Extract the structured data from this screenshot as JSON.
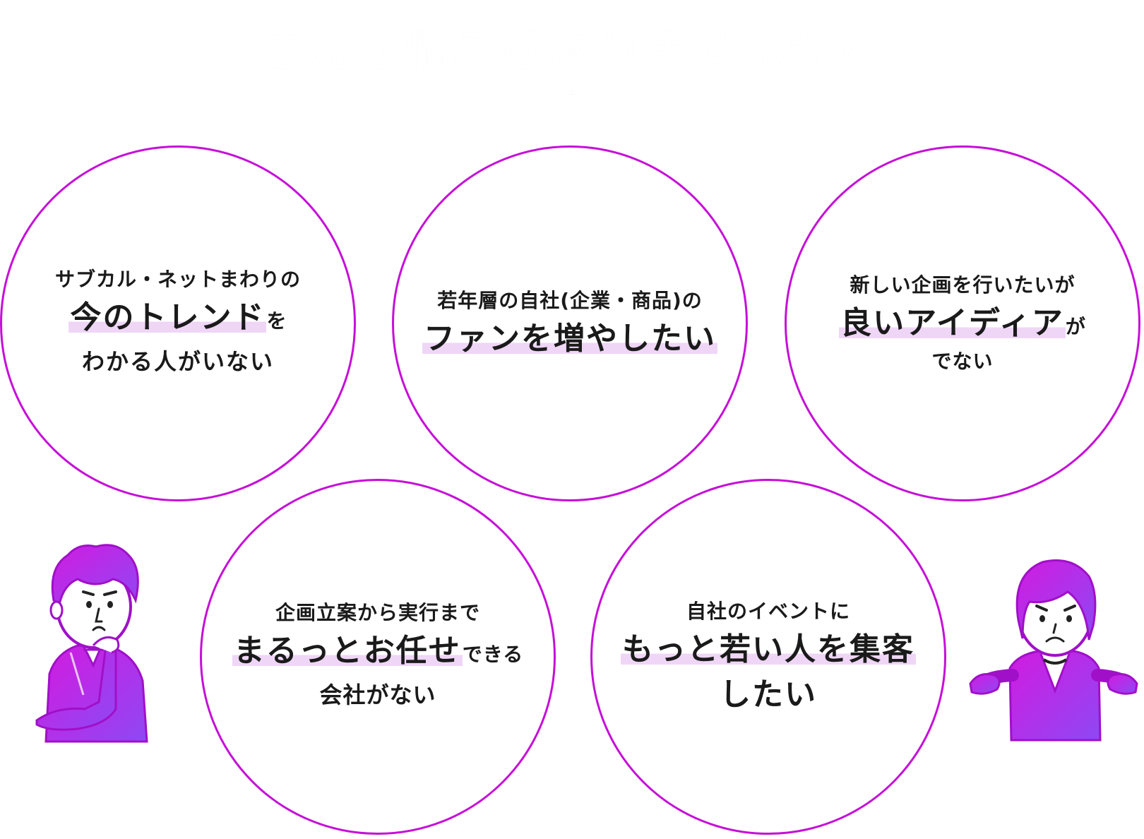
{
  "header": {
    "title": "こんな悩みはありませんか？"
  },
  "circles": [
    {
      "line1": "サブカル・ネットまわりの",
      "highlight": "今のトレンド",
      "tail": "を",
      "line3": "わかる人がいない"
    },
    {
      "line1": "若年層の自社(企業・商品)の",
      "highlight": "ファンを増やしたい"
    },
    {
      "line1": "新しい企画を行いたいが",
      "highlight": "良いアイディア",
      "tail": "が",
      "line3": "でない"
    },
    {
      "line1": "企画立案から実行まで",
      "highlight": "まるっとお任せ",
      "tail": "できる",
      "line3": "会社がない"
    },
    {
      "line1": "自社のイベントに",
      "highlight": "もっと若い人を集客",
      "line3": "したい"
    }
  ],
  "figures": {
    "left": "thinking-man-icon",
    "right": "worried-woman-icon"
  },
  "colors": {
    "accent": "#c60fd8",
    "highlight": "#efd6f6",
    "figure_gradient_start": "#d21be0",
    "figure_gradient_end": "#8e48f4"
  }
}
